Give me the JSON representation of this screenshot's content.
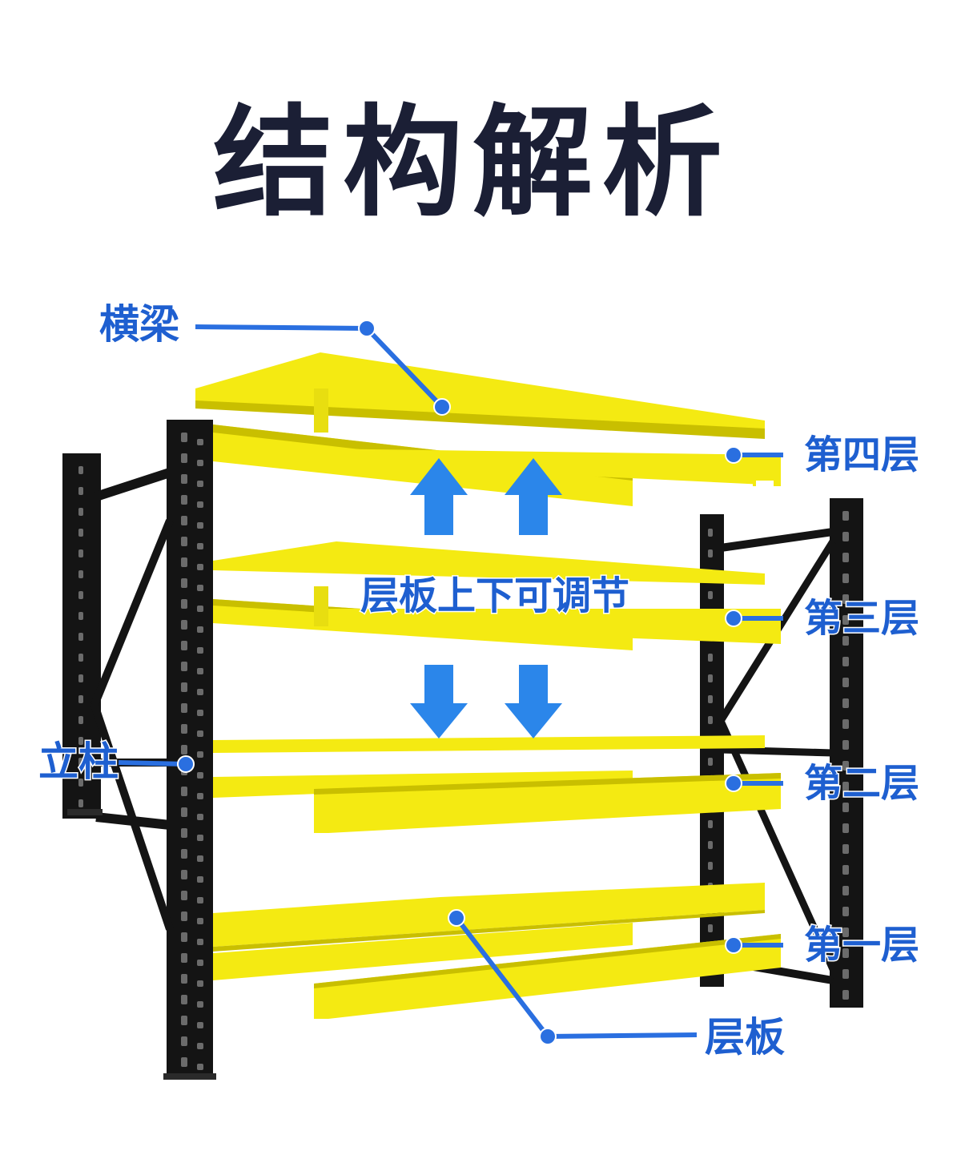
{
  "title": "结构解析",
  "labels": {
    "beam": "横梁",
    "upright": "立柱",
    "layer4": "第四层",
    "layer3": "第三层",
    "layer2": "第二层",
    "layer1": "第一层",
    "panel": "层板",
    "adjustable": "层板上下可调节"
  },
  "colors": {
    "title": "#1b1f35",
    "label": "#1e5fd0",
    "label_outline": "#ffffff",
    "leader": "#2a6fe0",
    "arrow": "#2b86ea",
    "shelf": "#f4ea12",
    "shelf_dark": "#c9bf00",
    "frame": "#141414"
  },
  "icons": [
    "arrow-up-icon",
    "arrow-down-icon",
    "leader-dot-icon"
  ]
}
